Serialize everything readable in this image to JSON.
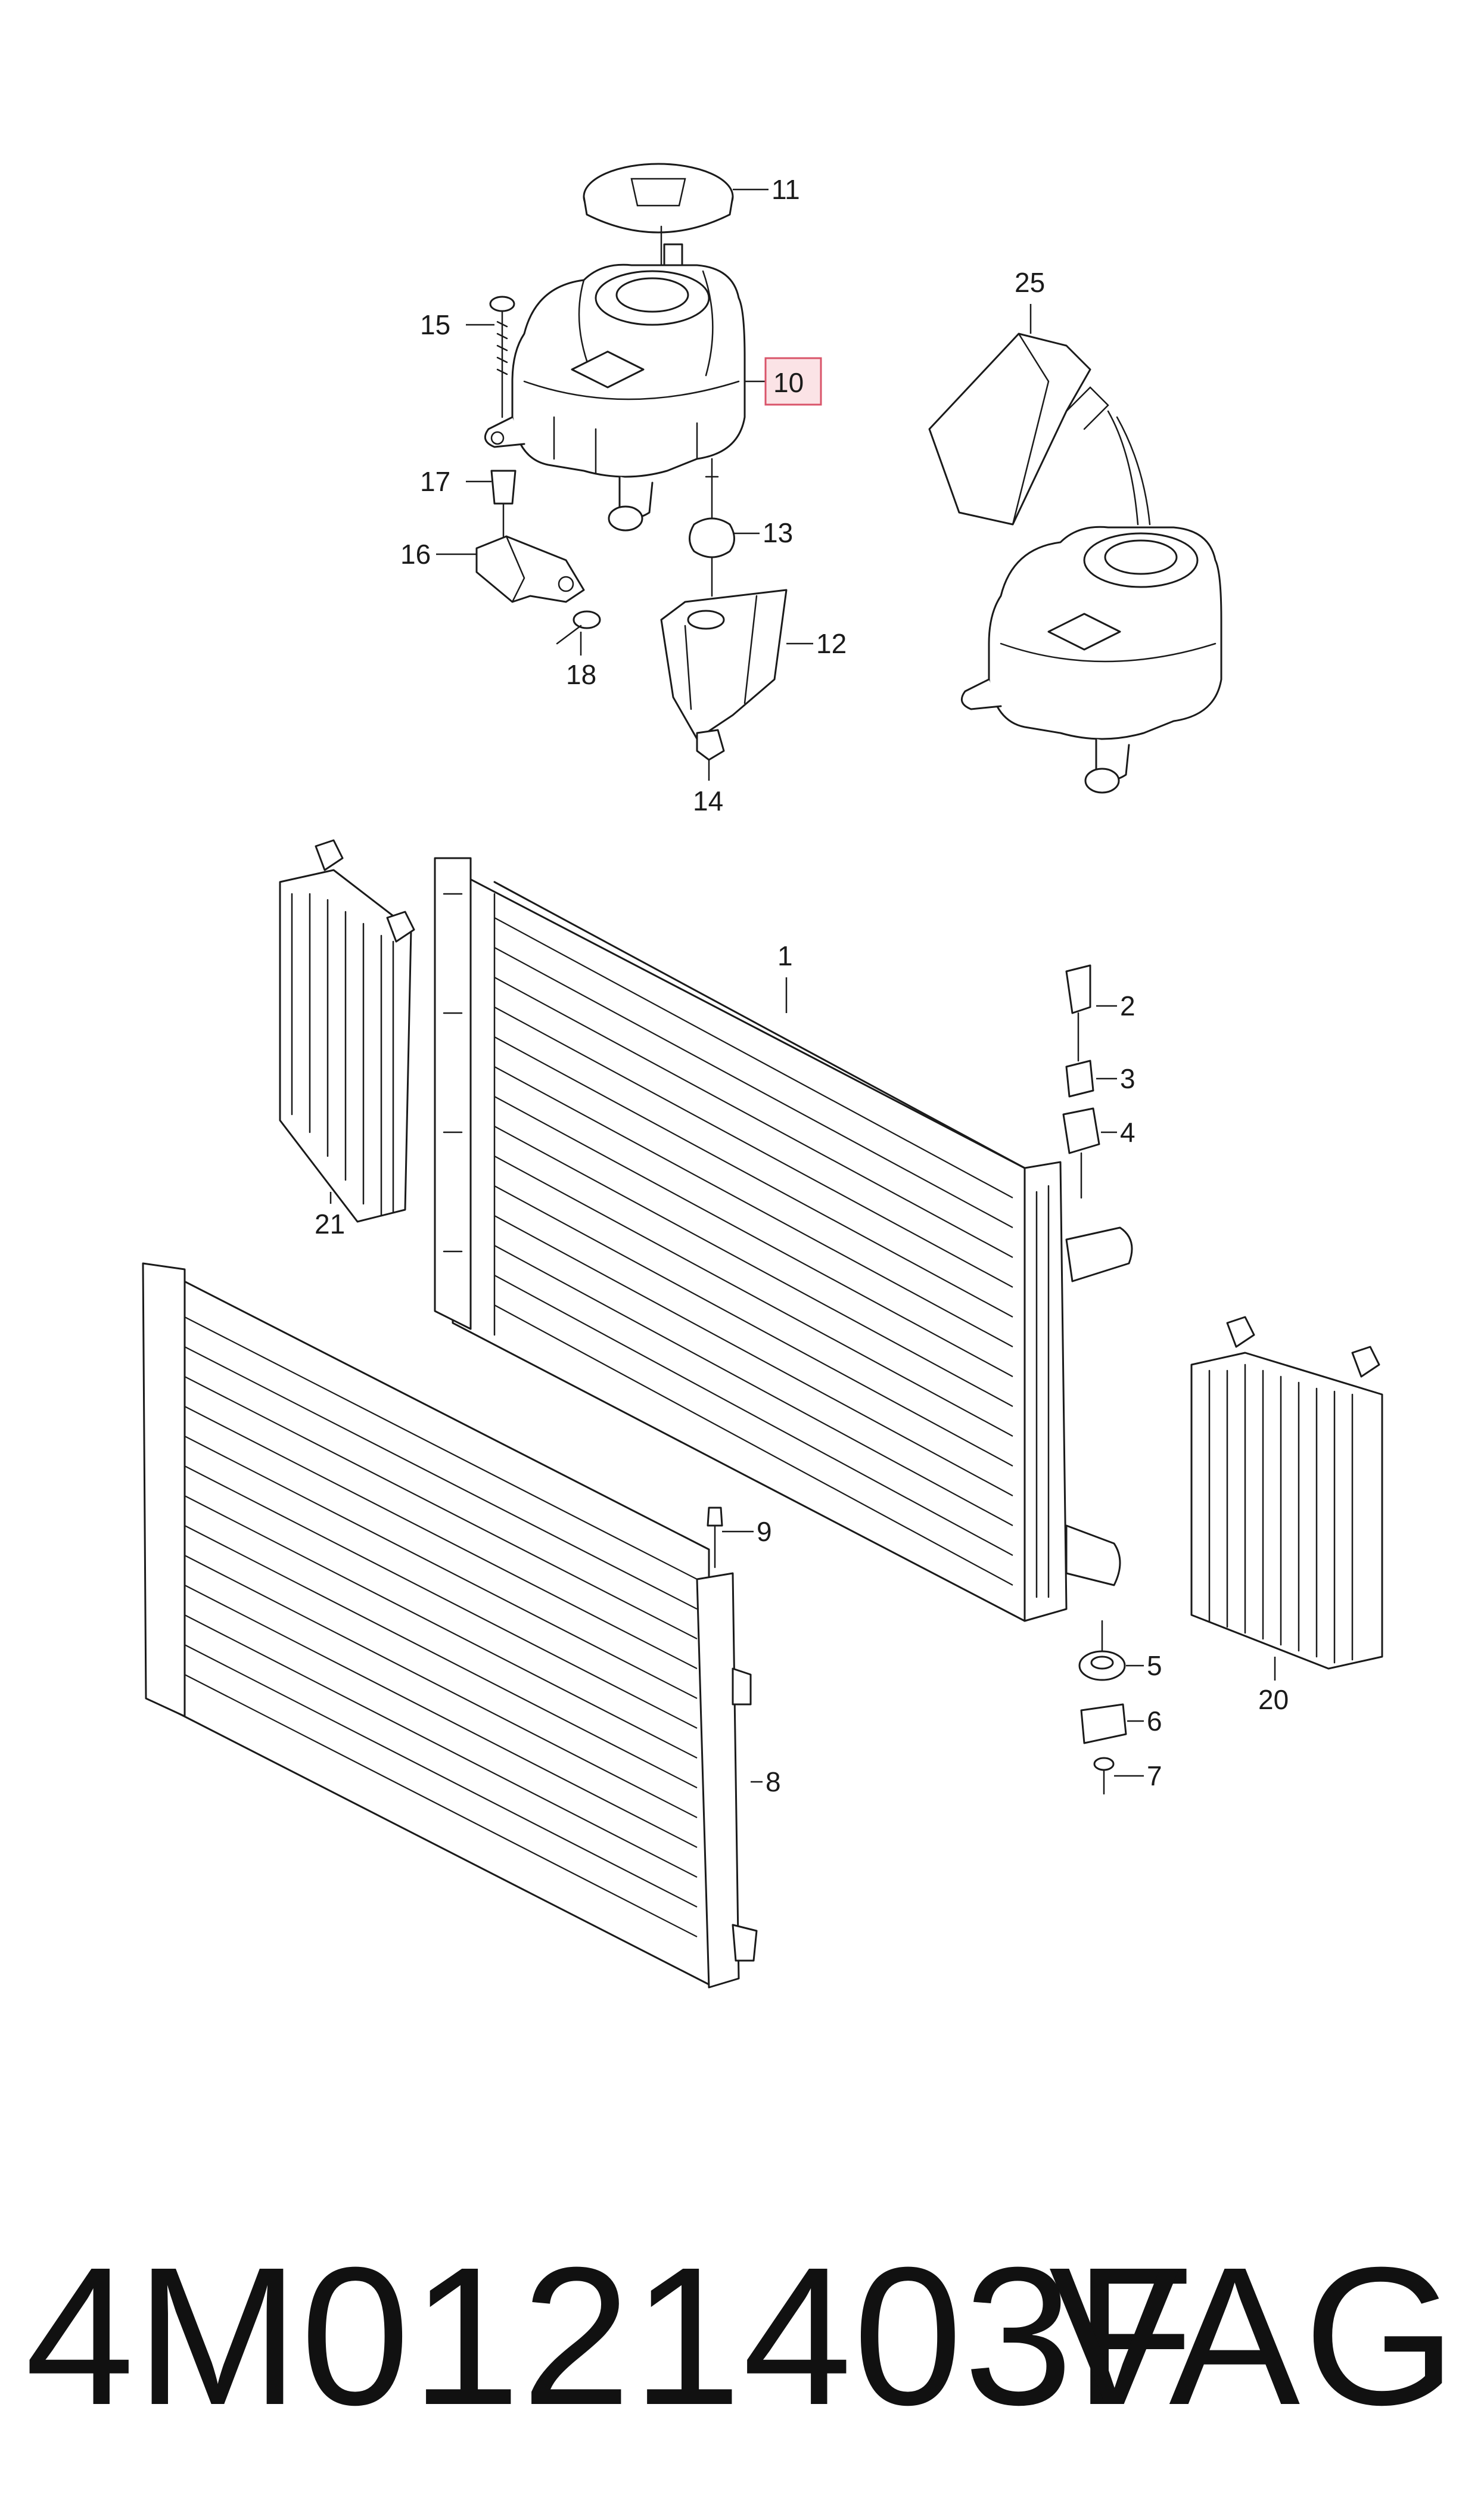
{
  "callouts": {
    "c1": "1",
    "c2": "2",
    "c3": "3",
    "c4": "4",
    "c5": "5",
    "c6": "6",
    "c7": "7",
    "c8": "8",
    "c9": "9",
    "c10": "10",
    "c11": "11",
    "c12": "12",
    "c13": "13",
    "c14": "14",
    "c15": "15",
    "c16": "16",
    "c17": "17",
    "c18": "18",
    "c20": "20",
    "c21": "21",
    "c25": "25"
  },
  "highlighted_callout": "10",
  "footer": {
    "part_number": "4M0121403F",
    "brand": "VAG"
  },
  "colors": {
    "line": "#1a1a1a",
    "highlight_fill": "#fbe3e6",
    "highlight_stroke": "#d9546a"
  }
}
